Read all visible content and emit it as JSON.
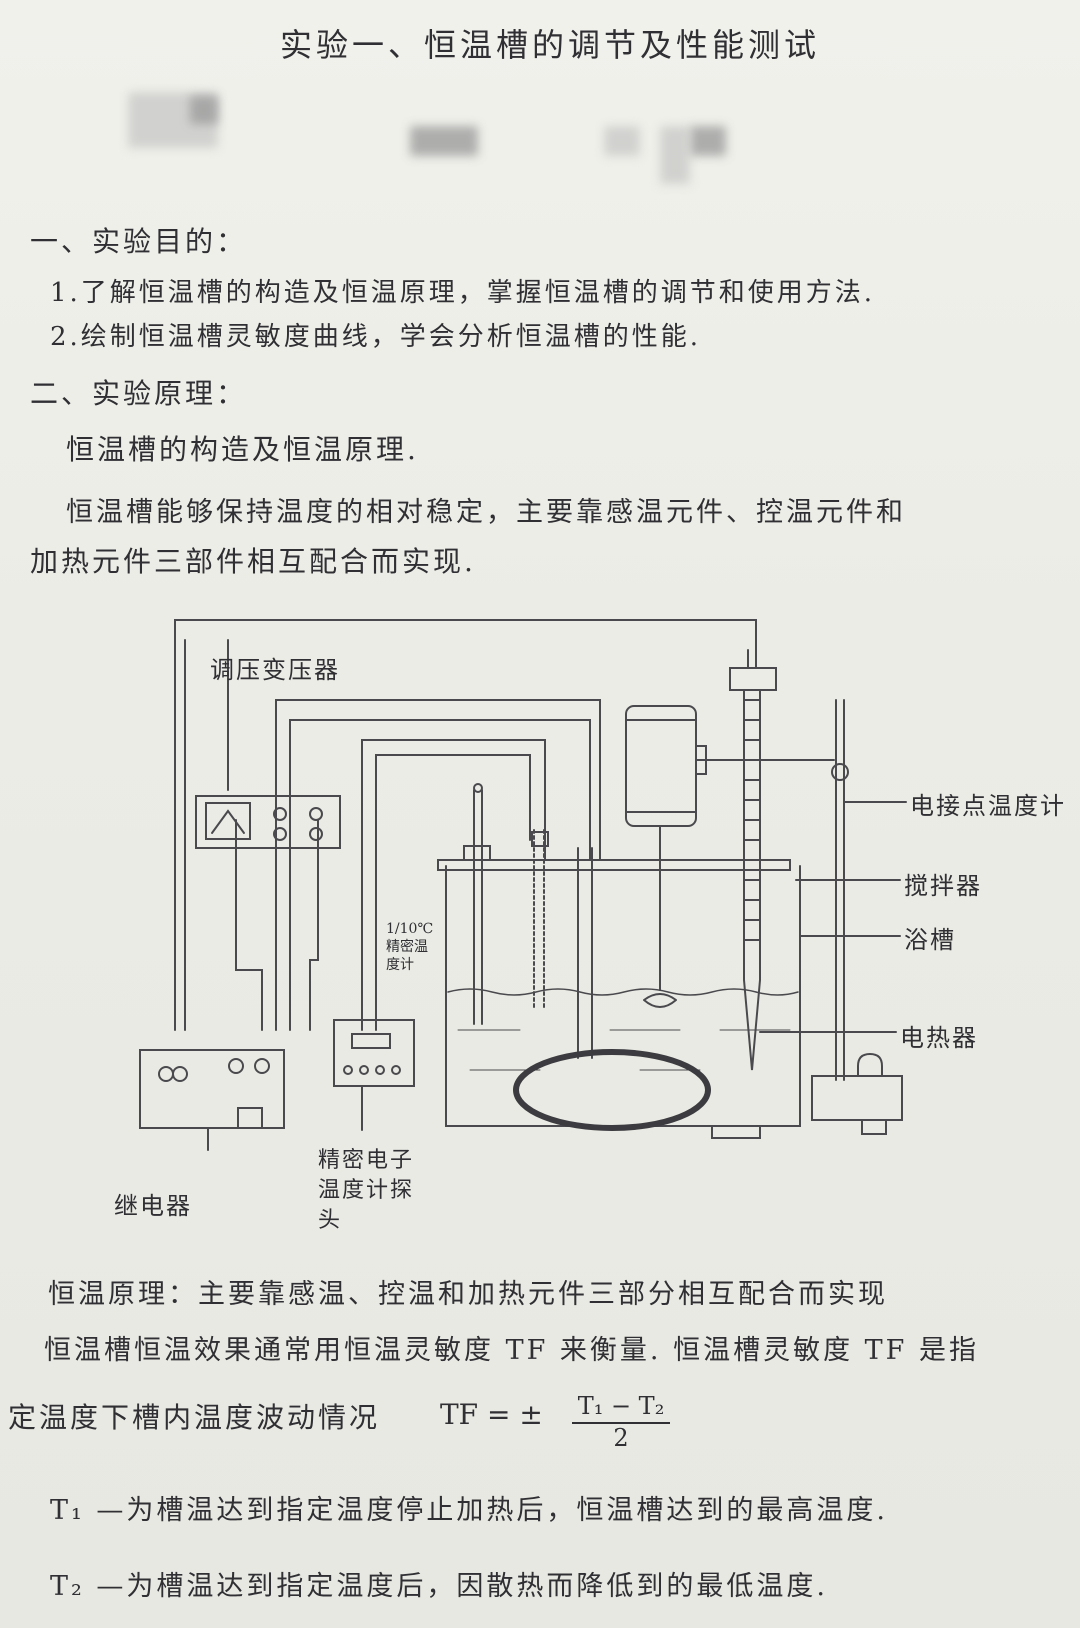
{
  "title": "实验一、恒温槽的调节及性能测试",
  "sections": {
    "purpose_heading": "一、实验目的：",
    "purpose_items": [
      "1.了解恒温槽的构造及恒温原理，掌握恒温槽的调节和使用方法.",
      "2.绘制恒温槽灵敏度曲线，学会分析恒温槽的性能."
    ],
    "principle_heading": "二、实验原理：",
    "principle_sub": "恒温槽的构造及恒温原理.",
    "principle_para_1": "恒温槽能够保持温度的相对稳定，主要靠感温元件、控温元件和",
    "principle_para_2": "加热元件三部件相互配合而实现."
  },
  "diagram": {
    "labels": {
      "voltage_regulator": "调压变压器",
      "contact_thermometer": "电接点温度计",
      "stirrer": "搅拌器",
      "bath": "浴槽",
      "heater": "电热器",
      "precision_thermometer": "1/10℃ 精密温度计",
      "relay": "继电器",
      "digital_probe": "精密电子温度计探头"
    }
  },
  "bottom": {
    "line_1": "恒温原理：主要靠感温、控温和加热元件三部分相互配合而实现",
    "line_2": "恒温槽恒温效果通常用恒温灵敏度 TF 来衡量. 恒温槽灵敏度 TF 是指",
    "line_3": "定温度下槽内温度波动情况",
    "formula_left": "TF = ±",
    "formula_num": "T₁ − T₂",
    "formula_den": "2",
    "t1_def": "T₁ —为槽温达到指定温度停止加热后，恒温槽达到的最高温度.",
    "t2_def": "T₂ —为槽温达到指定温度后，因散热而降低到的最低温度."
  }
}
